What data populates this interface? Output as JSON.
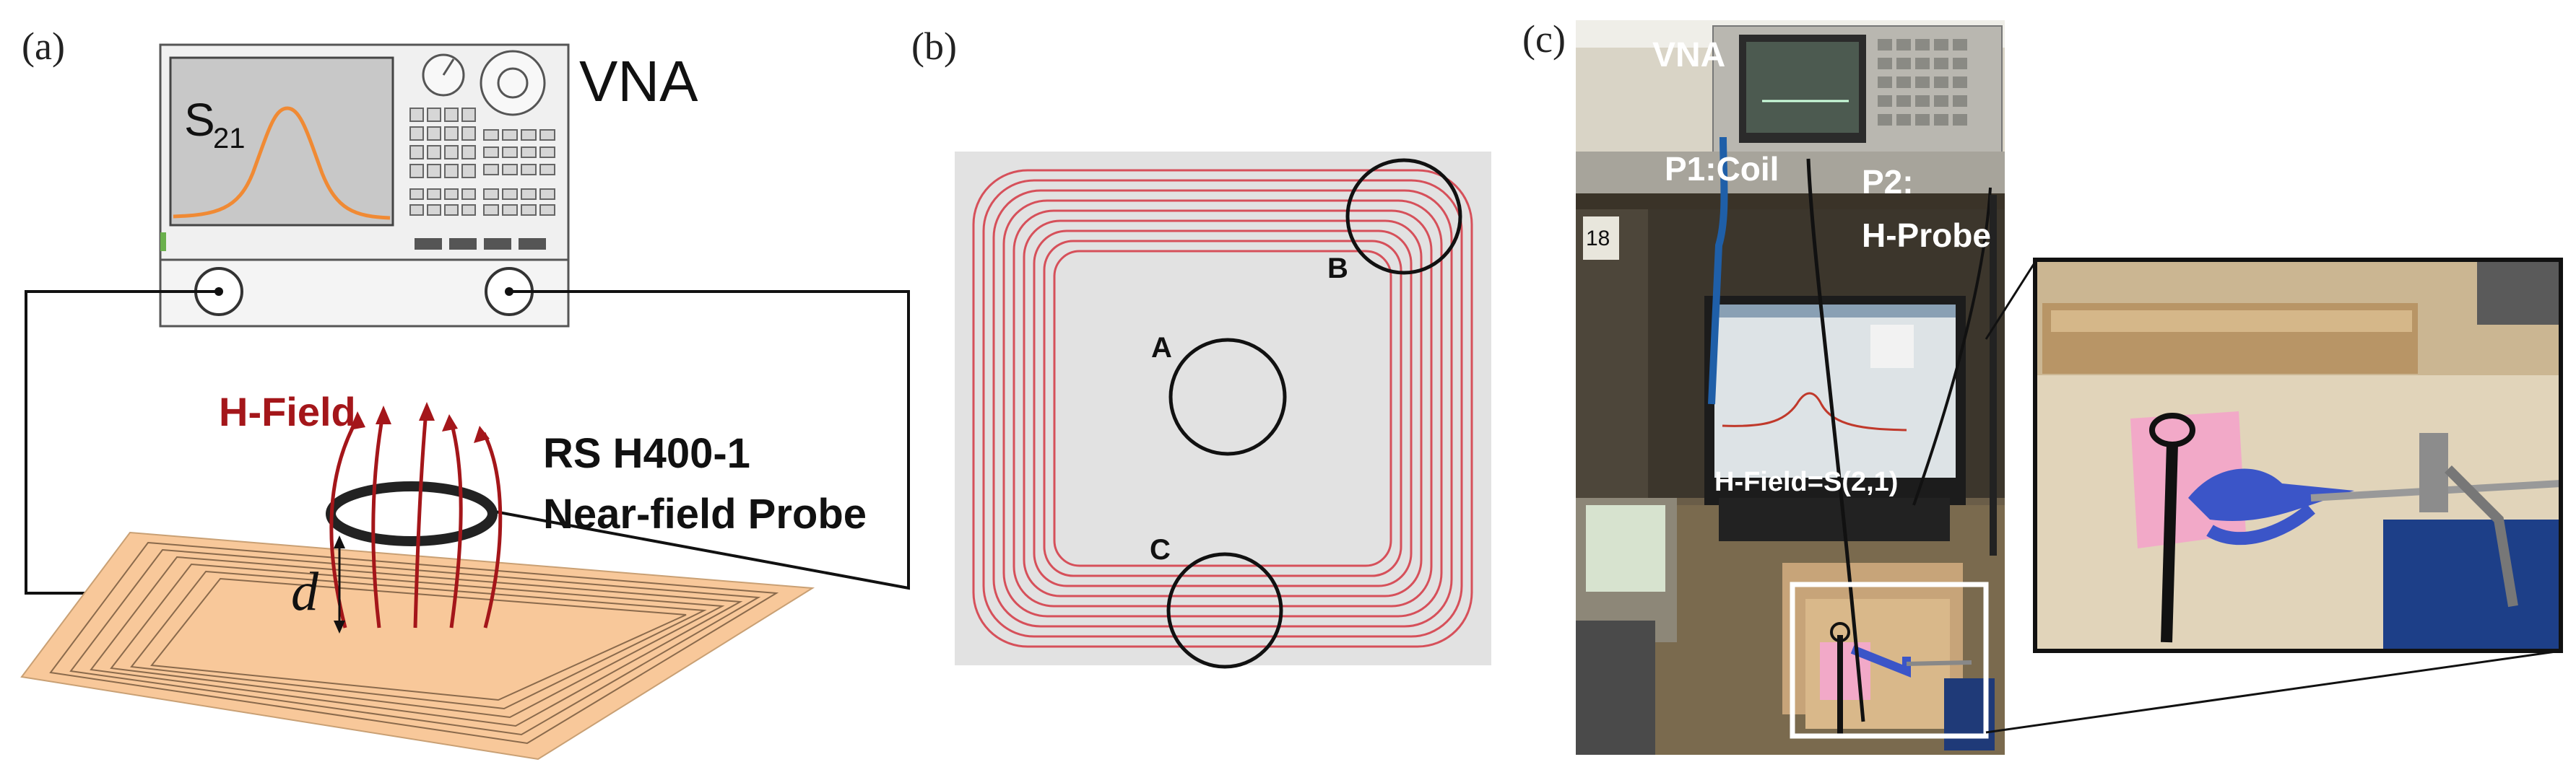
{
  "panels": {
    "a": {
      "label": "(a)",
      "vna_label": "VNA",
      "screen_label_main": "S",
      "screen_label_sub": "21",
      "hfield_label": "H-Field",
      "probe_label_line1": "RS H400-1",
      "probe_label_line2": "Near-field Probe",
      "distance_label": "d"
    },
    "b": {
      "label": "(b)",
      "point_a": "A",
      "point_b": "B",
      "point_c": "C"
    },
    "c": {
      "label": "(c)",
      "vna_label": "VNA",
      "port1_label": "P1:Coil",
      "port2_label_line1": "P2:",
      "port2_label_line2": "H-Probe",
      "hfield_label": "H-Field=S(2,1)",
      "monitor_number": "18"
    }
  },
  "colors": {
    "accent_red": "#a4161a",
    "coil_red": "#d6505a",
    "coil_board": "#f8c89a",
    "vna_curve": "#f08a34",
    "clamp_blue": "#3b55c8",
    "pink_pad": "#f2a9c8"
  }
}
